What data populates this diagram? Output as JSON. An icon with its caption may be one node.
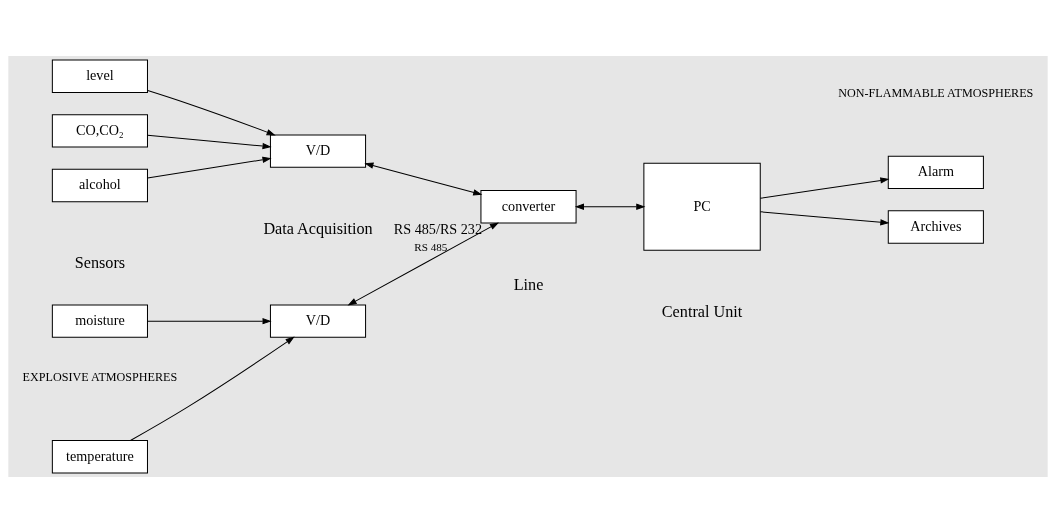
{
  "diagram": {
    "nodes": [
      {
        "text": [
          "temperature"
        ]
      },
      {
        "text": [
          "moisture"
        ]
      },
      {
        "text": [
          "level"
        ]
      },
      {
        "text": [
          "CO,CO₂"
        ]
      },
      {
        "text": [
          "alcohol"
        ]
      },
      {
        "text": [
          "V/D"
        ]
      },
      {
        "text": [
          "V/D"
        ]
      },
      {
        "text": [
          "converter"
        ],
        "beside": [
          "RS 485/RS 232"
        ]
      },
      {
        "text": [
          "PC"
        ]
      },
      {
        "text": [
          "Alarm"
        ]
      },
      {
        "text": [
          "Archives"
        ]
      }
    ],
    "edges": [
      {
        "from": 0,
        "to": 5,
        "arrow": "to"
      },
      {
        "from": 1,
        "to": 5,
        "arrow": "to"
      },
      {
        "from": 2,
        "to": 6,
        "arrow": "to"
      },
      {
        "from": 3,
        "to": 6,
        "arrow": "to"
      },
      {
        "from": 4,
        "to": 6,
        "arrow": "to"
      },
      {
        "from": 5,
        "to": 7,
        "arrow": "both",
        "label": "RS 485"
      },
      {
        "from": 6,
        "to": 7,
        "arrow": "both"
      },
      {
        "from": 7,
        "to": 8,
        "arrow": "both"
      },
      {
        "from": 8,
        "to": 9,
        "arrow": "to"
      },
      {
        "from": 8,
        "to": 10,
        "arrow": "to"
      }
    ],
    "labels": [
      "EXPLOSIVE ATMOSPHERES",
      "NON-FLAMMABLE ATMOSPHERES",
      "Sensors",
      "Data Acquisition",
      "Line",
      "Central Unit"
    ]
  }
}
